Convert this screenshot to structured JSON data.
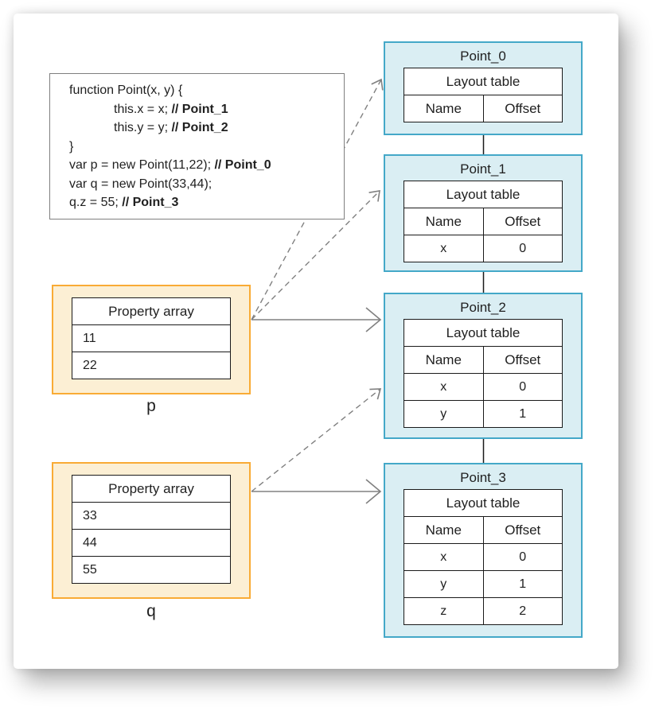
{
  "code_box": {
    "lines": [
      {
        "text": "function Point(x, y) {",
        "comment": ""
      },
      {
        "text": "this.x = x; ",
        "comment": "// Point_1"
      },
      {
        "text": "this.y = y; ",
        "comment": "// Point_2"
      },
      {
        "text": "}",
        "comment": ""
      },
      {
        "text": "var p = new Point(11,22); ",
        "comment": "// Point_0"
      },
      {
        "text": "var q = new Point(33,44);",
        "comment": ""
      },
      {
        "text": "q.z = 55; ",
        "comment": "// Point_3"
      }
    ]
  },
  "objects": {
    "p": {
      "label": "p",
      "header": "Property array",
      "values": [
        "11",
        "22"
      ]
    },
    "q": {
      "label": "q",
      "header": "Property array",
      "values": [
        "33",
        "44",
        "55"
      ]
    }
  },
  "hidden_classes": [
    {
      "title": "Point_0",
      "table_header": "Layout table",
      "columns": [
        "Name",
        "Offset"
      ],
      "rows": []
    },
    {
      "title": "Point_1",
      "table_header": "Layout table",
      "columns": [
        "Name",
        "Offset"
      ],
      "rows": [
        {
          "name": "x",
          "offset": "0"
        }
      ]
    },
    {
      "title": "Point_2",
      "table_header": "Layout table",
      "columns": [
        "Name",
        "Offset"
      ],
      "rows": [
        {
          "name": "x",
          "offset": "0"
        },
        {
          "name": "y",
          "offset": "1"
        }
      ]
    },
    {
      "title": "Point_3",
      "table_header": "Layout table",
      "columns": [
        "Name",
        "Offset"
      ],
      "rows": [
        {
          "name": "x",
          "offset": "0"
        },
        {
          "name": "y",
          "offset": "1"
        },
        {
          "name": "z",
          "offset": "2"
        }
      ]
    }
  ],
  "colors": {
    "hidden_class_fill": "#daeef3",
    "hidden_class_border": "#44a8c8",
    "object_fill": "#fcefd4",
    "object_border": "#f9ab35",
    "arrow_gray": "#808080",
    "connector_black": "#1a1a1a"
  }
}
